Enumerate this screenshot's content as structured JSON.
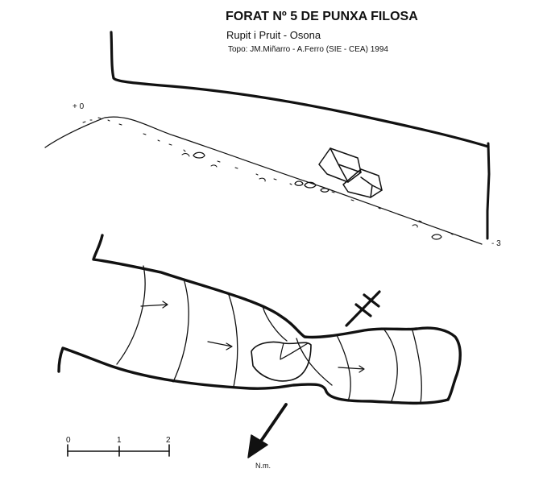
{
  "header": {
    "title": "FORAT Nº 5 DE PUNXA FILOSA",
    "location": "Rupit i Pruit  -  Osona",
    "credit": "Topo: JM.Miñarro - A.Ferro  (SIE - CEA)   1994"
  },
  "section": {
    "top_depth": "+ 0",
    "bottom_depth": "- 3"
  },
  "scale_bar": {
    "ticks": [
      "0",
      "1",
      "2"
    ]
  },
  "north_arrow": {
    "label": "N.m."
  }
}
